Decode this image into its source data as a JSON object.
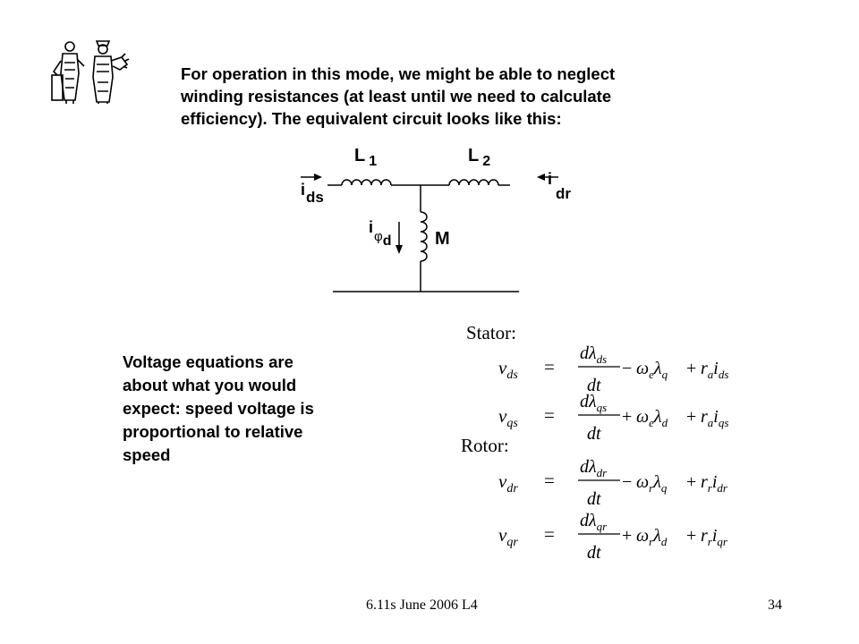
{
  "intro_lines": [
    "For operation in this mode, we might be able to neglect",
    "winding resistances (at least until we need to calculate",
    "efficiency).  The equivalent circuit looks like this:"
  ],
  "circuit": {
    "inductor_1": {
      "letter": "L",
      "sub": "1"
    },
    "inductor_2": {
      "letter": "L",
      "sub": "2"
    },
    "mutual_label": "M",
    "current_stator": {
      "letter": "i",
      "sub": "ds"
    },
    "current_rotor": {
      "letter": "i",
      "sub": "dr"
    },
    "current_magnetizing": {
      "letter": "i",
      "phi": "φ",
      "sub": "d"
    }
  },
  "voltage_note_lines": [
    "Voltage equations are",
    "about what you would",
    "expect: speed voltage is",
    "proportional to relative",
    "speed"
  ],
  "equations": {
    "stator_heading": "Stator:",
    "rotor_heading": "Rotor:",
    "rows": [
      {
        "v_sub": "ds",
        "lambda_sub": "ds",
        "sign": "−",
        "omega_sub": "e",
        "lambda2_sub": "q",
        "r_sub": "a",
        "i_sub": "ds"
      },
      {
        "v_sub": "qs",
        "lambda_sub": "qs",
        "sign": "+",
        "omega_sub": "e",
        "lambda2_sub": "d",
        "r_sub": "a",
        "i_sub": "qs"
      },
      {
        "v_sub": "dr",
        "lambda_sub": "dr",
        "sign": "−",
        "omega_sub": "r",
        "lambda2_sub": "q",
        "r_sub": "r",
        "i_sub": "dr"
      },
      {
        "v_sub": "qr",
        "lambda_sub": "qr",
        "sign": "+",
        "omega_sub": "r",
        "lambda2_sub": "d",
        "r_sub": "r",
        "i_sub": "qr"
      }
    ]
  },
  "footer": {
    "label": "6.11s June 2006 L4",
    "page_number": "34"
  }
}
